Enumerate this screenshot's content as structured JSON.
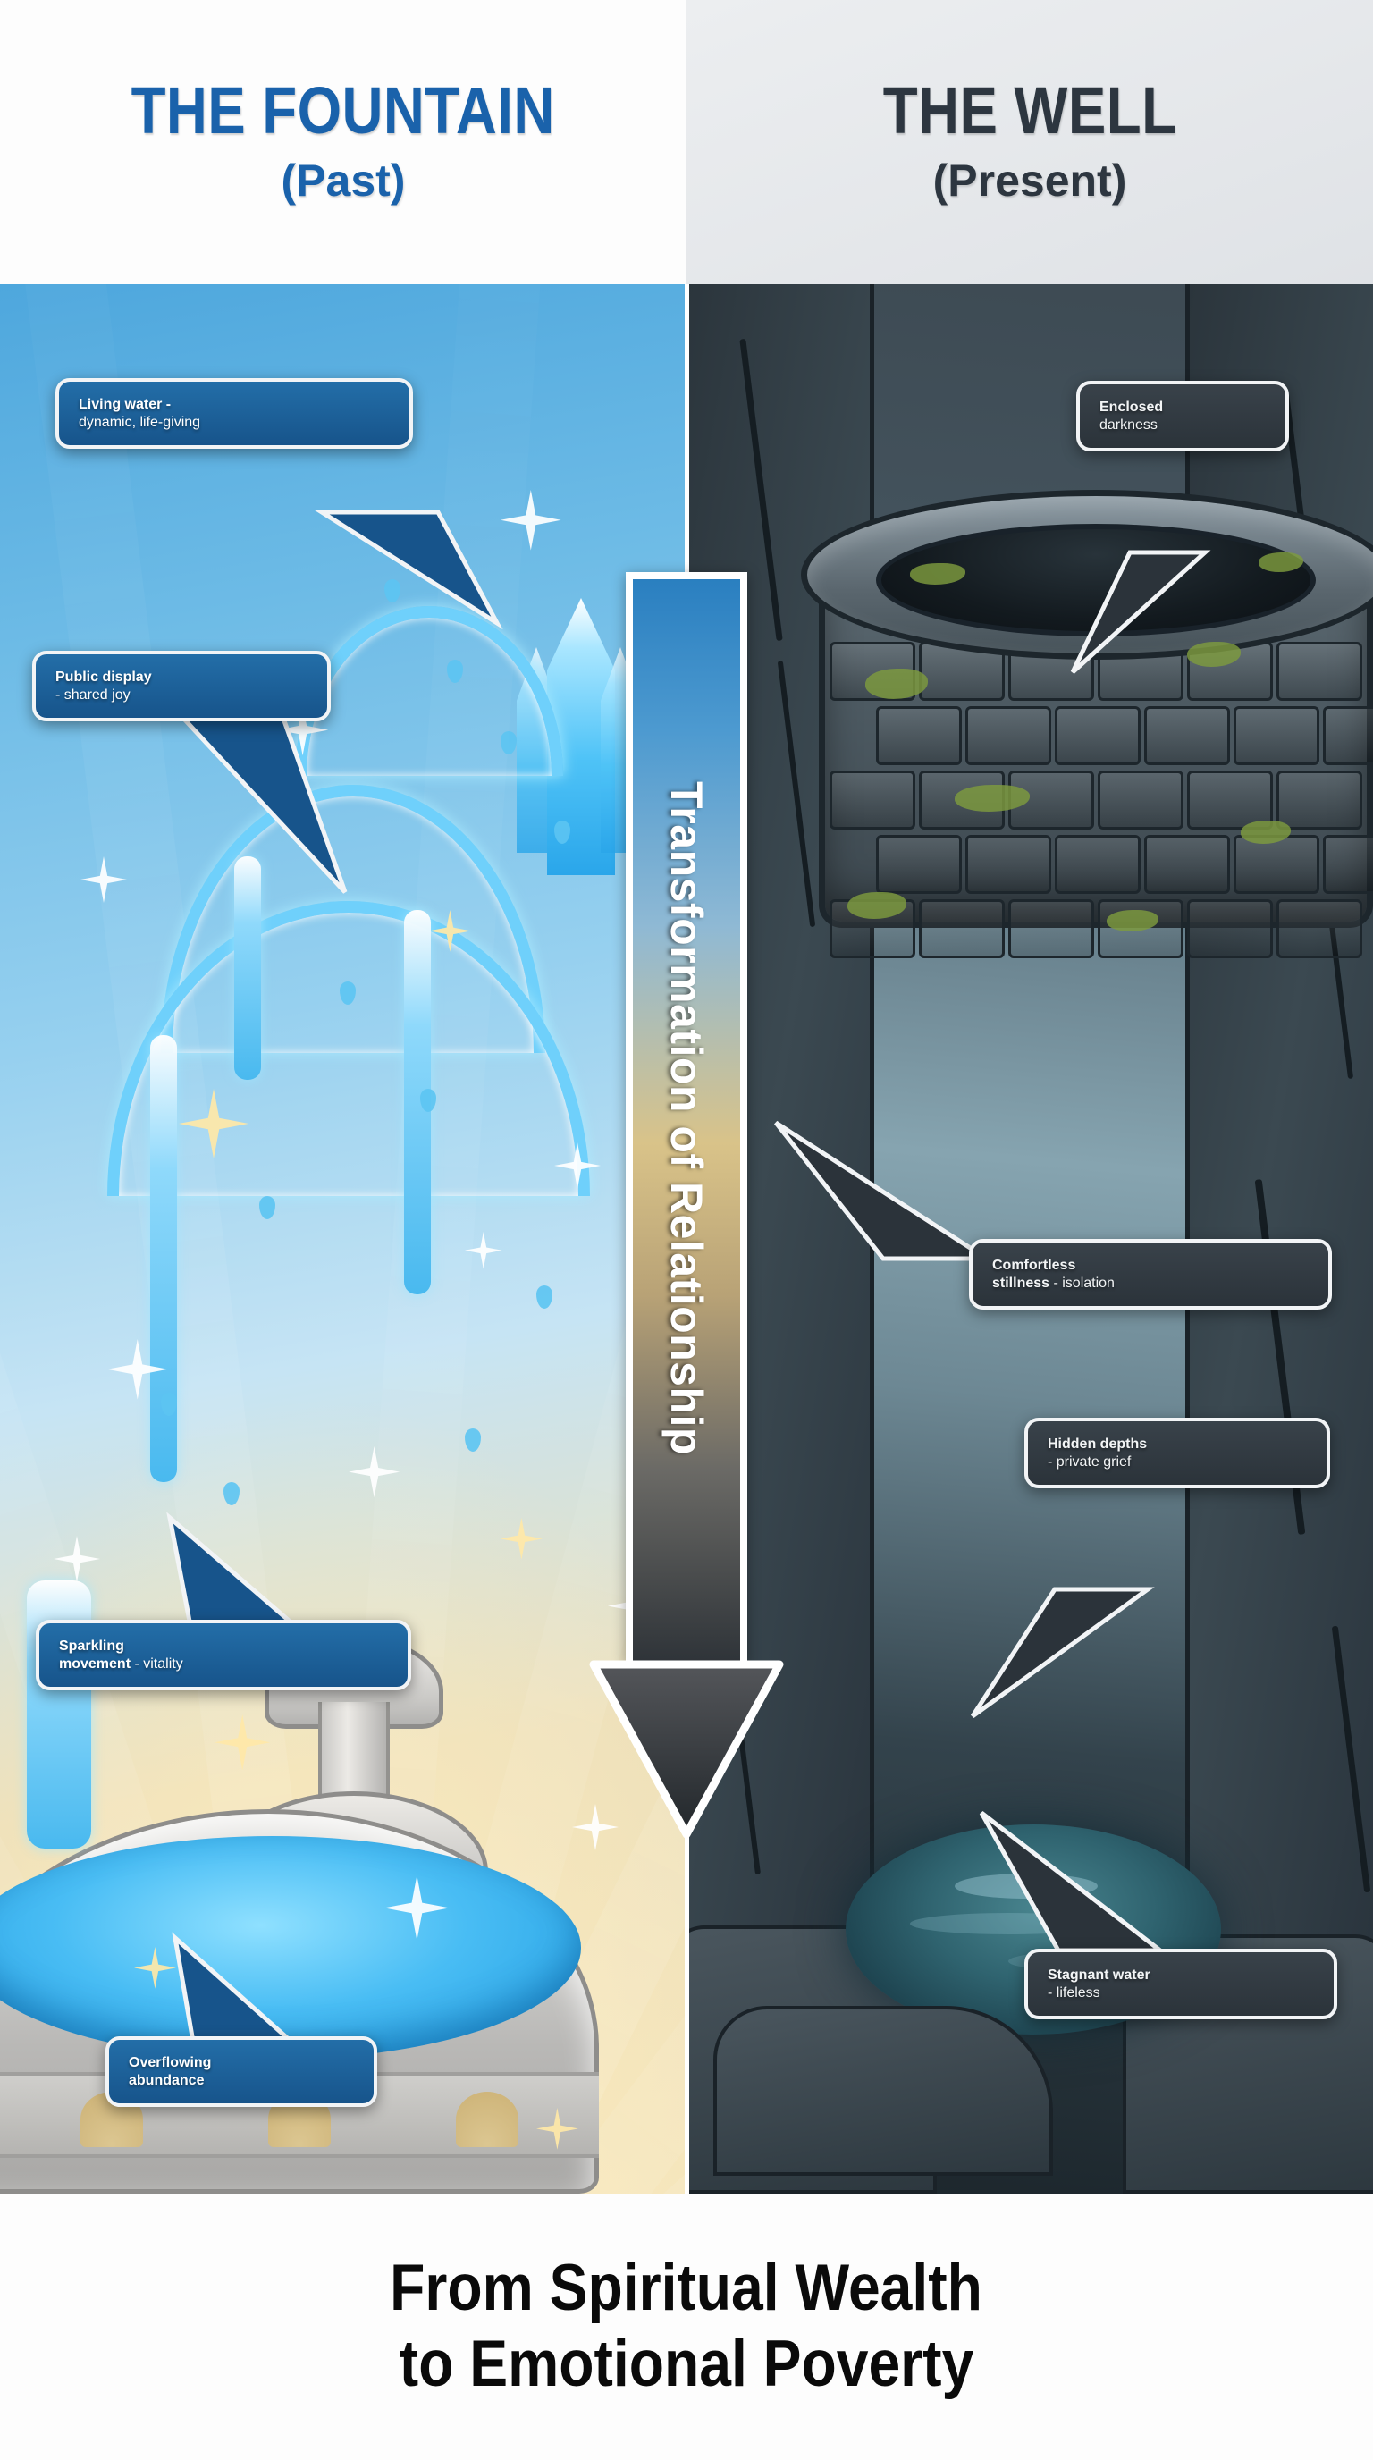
{
  "header": {
    "left": {
      "title": "THE FOUNTAIN",
      "subtitle": "(Past)",
      "color": "#1a62ab"
    },
    "right": {
      "title": "THE WELL",
      "subtitle": "(Present)",
      "color": "#2d3640"
    }
  },
  "center_arrow": {
    "label": "Transformation of Relationship",
    "direction": "down",
    "gradient_from": "#2a7fc0",
    "gradient_mid": "#d9c389",
    "gradient_to": "#2e3338",
    "border_color": "#ffffff"
  },
  "left_panel": {
    "scene": "illustrated ornate stone fountain with bright blue sky, golden glow, sparkling arcs of water and flowers",
    "accent_color": "#17548b",
    "callouts": [
      {
        "bold": "Living water -",
        "rest": "dynamic, life-giving"
      },
      {
        "bold": "Public display",
        "rest": "- shared joy"
      },
      {
        "bold": "Sparkling",
        "rest_bold": "movement",
        "rest": " - vitality"
      },
      {
        "bold": "Overflowing",
        "bold2": "abundance"
      }
    ]
  },
  "right_panel": {
    "scene": "illustrated dark mossy stone well inside a gloomy rocky cavern with stagnant pool below",
    "accent_color": "#2b333a",
    "callouts": [
      {
        "bold": "Enclosed",
        "rest": "darkness"
      },
      {
        "bold": "Comfortless",
        "rest_bold": "stillness",
        "rest": " - isolation"
      },
      {
        "bold": "Hidden depths",
        "rest": "- private grief"
      },
      {
        "bold": "Stagnant water",
        "rest": "- lifeless"
      }
    ]
  },
  "footer": {
    "line1": "From Spiritual Wealth",
    "line2": "to Emotional Poverty",
    "color": "#0a0a0a"
  }
}
